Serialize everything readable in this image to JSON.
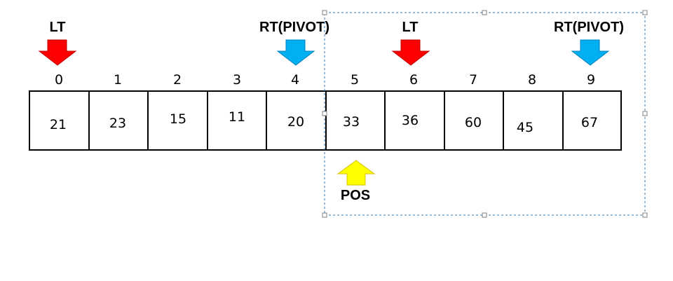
{
  "array": {
    "indices": [
      "0",
      "1",
      "2",
      "3",
      "4",
      "5",
      "6",
      "7",
      "8",
      "9"
    ],
    "values": [
      "21",
      "23",
      "15",
      "11",
      "20",
      "33",
      "36",
      "60",
      "45",
      "67"
    ]
  },
  "markers": {
    "lt_left": {
      "label": "LT",
      "color": "#ff0000",
      "direction": "down",
      "index": 0
    },
    "rt_left": {
      "label": "RT(PIVOT)",
      "color": "#00b0f0",
      "direction": "down",
      "index": 4
    },
    "lt_right": {
      "label": "LT",
      "color": "#ff0000",
      "direction": "down",
      "index": 6
    },
    "rt_right": {
      "label": "RT(PIVOT)",
      "color": "#00b0f0",
      "direction": "down",
      "index": 9
    },
    "pos": {
      "label": "POS",
      "color": "#ffff00",
      "direction": "up",
      "index": 5
    }
  },
  "colors": {
    "cell_border": "#000000",
    "selection_border": "#2e75b6",
    "handle_fill": "#ffffff",
    "handle_stroke": "#7f7f7f"
  }
}
